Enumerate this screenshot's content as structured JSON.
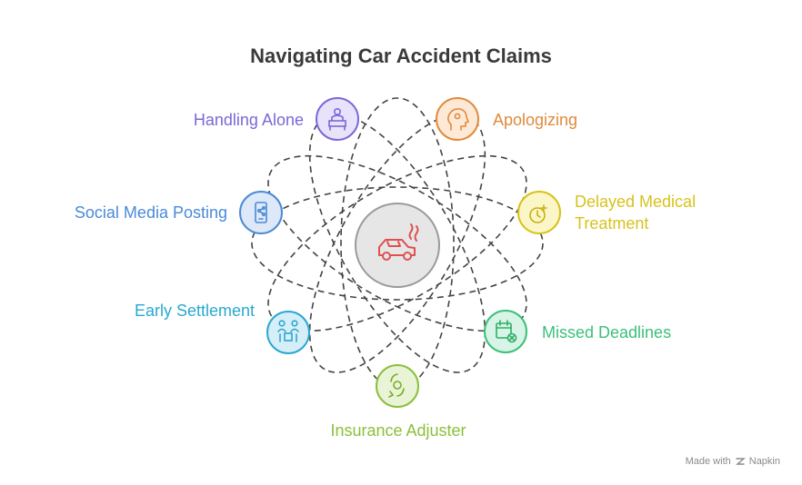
{
  "title": "Navigating Car Accident Claims",
  "center": {
    "icon": "car-breakdown-icon",
    "color": "#e05050"
  },
  "nodes": [
    {
      "label": "Handling Alone",
      "icon": "person-at-desk-icon",
      "color": "#7b68d8"
    },
    {
      "label": "Apologizing",
      "icon": "head-thought-icon",
      "color": "#e08a3c"
    },
    {
      "label": "Delayed Medical Treatment",
      "icon": "clock-medical-icon",
      "color": "#d8c21c"
    },
    {
      "label": "Missed Deadlines",
      "icon": "calendar-cancel-icon",
      "color": "#3cc07a"
    },
    {
      "label": "Insurance Adjuster",
      "icon": "handshake-icon",
      "color": "#8cbf3c"
    },
    {
      "label": "Early Settlement",
      "icon": "people-money-icon",
      "color": "#2aa8d0"
    },
    {
      "label": "Social Media Posting",
      "icon": "smartphone-share-icon",
      "color": "#4a8ad8"
    }
  ],
  "footer": {
    "made_with": "Made with",
    "brand": "Napkin"
  }
}
